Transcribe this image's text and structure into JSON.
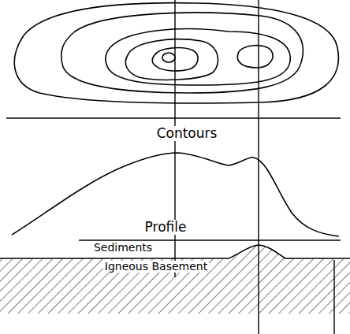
{
  "diagram": {
    "labels": [
      "Contours",
      "Profile",
      "Sediments",
      "Igneous Basement"
    ]
  }
}
